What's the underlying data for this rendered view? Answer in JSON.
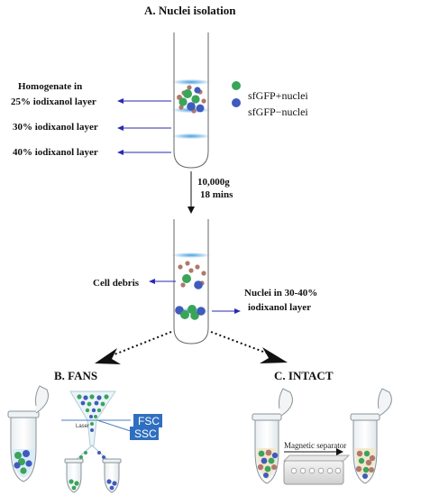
{
  "title": "A.  Nuclei isolation",
  "legend": {
    "green": "sfGFP+nuclei",
    "blue": "sfGFP−nuclei"
  },
  "layers": {
    "homogenate_line1": "Homogenate in",
    "homogenate_line2": "25% iodixanol layer",
    "layer30": "30% iodixanol layer",
    "layer40": "40% iodixanol layer"
  },
  "spin": {
    "speed": "10,000g",
    "time": "18 mins"
  },
  "after": {
    "debris": "Cell debris",
    "nuclei_line1": "Nuclei in 30-40%",
    "nuclei_line2": "iodixanol layer"
  },
  "fans": {
    "title": "B.  FANS",
    "laser": "Laser",
    "fsc": "FSC",
    "ssc": "SSC"
  },
  "intact": {
    "title": "C.  INTACT",
    "separator": "Magnetic separator"
  },
  "colors": {
    "green": "#3aa45a",
    "blue": "#3f5bbd",
    "brown": "#b0786a",
    "box": "#2f6fc0",
    "arrow": "#2a2ab0",
    "band": "#4aa3e0"
  }
}
